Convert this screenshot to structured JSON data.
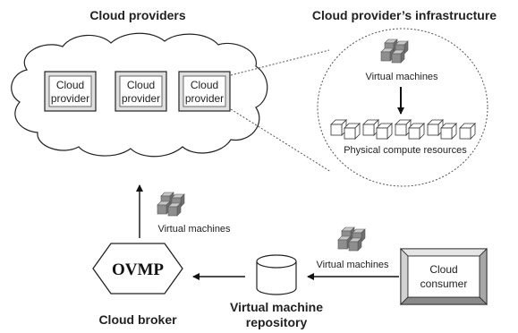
{
  "headings": {
    "cloud_providers": "Cloud providers",
    "infrastructure": "Cloud provider’s infrastructure"
  },
  "cloud": {
    "providers": [
      {
        "line1": "Cloud",
        "line2": "provider"
      },
      {
        "line1": "Cloud",
        "line2": "provider"
      },
      {
        "line1": "Cloud",
        "line2": "provider"
      }
    ]
  },
  "infrastructure": {
    "vm_label": "Virtual machines",
    "physical_label": "Physical compute resources"
  },
  "broker": {
    "name": "OVMP",
    "label": "Cloud broker",
    "vm_label": "Virtual machines"
  },
  "repository": {
    "label_line1": "Virtual machine",
    "label_line2": "repository"
  },
  "consumer": {
    "line1": "Cloud",
    "line2": "consumer",
    "vm_label": "Virtual machines"
  }
}
